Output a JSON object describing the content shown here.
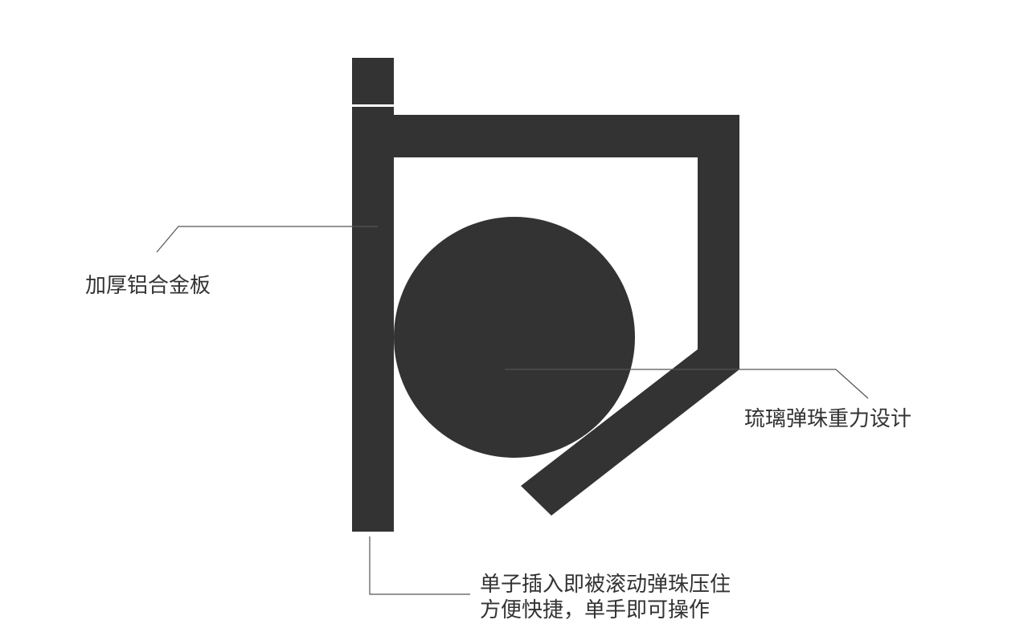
{
  "labels": {
    "plate": "加厚铝合金板",
    "marble": "琉璃弹珠重力设计",
    "usage_line1": "单子插入即被滚动弹珠压住",
    "usage_line2": "方便快捷，单手即可操作"
  },
  "colors": {
    "shape": "#333333",
    "leader": "#555555",
    "text": "#333333",
    "background": "#ffffff"
  }
}
